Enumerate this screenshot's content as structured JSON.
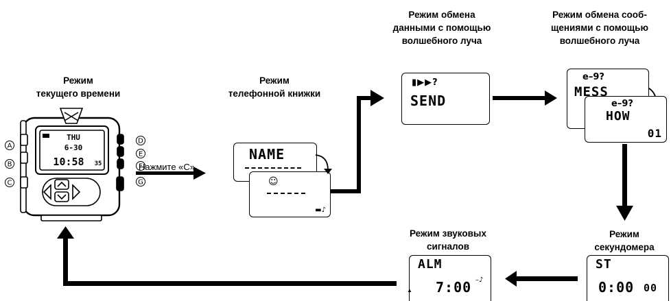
{
  "labels": {
    "current_time": "Режим\nтекущего времени",
    "phonebook": "Режим\nтелефонной книжки",
    "data_exchange": "Режим обмена\nданными с помощью\nволшебного луча",
    "message_exchange": "Режим обмена сооб-\nщениями с помощью\nволшебного луча",
    "stopwatch": "Режим\nсекундомера",
    "alarm": "Режим звуковых\nсигналов",
    "press_c": "Нажмите «С»"
  },
  "watch": {
    "day": "THU",
    "date": "6-30",
    "time": "10:58",
    "seconds": "35",
    "buttons": [
      "A",
      "B",
      "C",
      "D",
      "E",
      "F",
      "G"
    ]
  },
  "displays": {
    "phonebook_front": "NAME",
    "send": "SEND",
    "message_top": "MESS",
    "message_bottom": "HOW",
    "message_number": "01",
    "stopwatch_mode": "ST",
    "stopwatch_time": "0:00",
    "stopwatch_sec": "00",
    "alarm_mode": "ALM",
    "alarm_time": "7:00"
  }
}
